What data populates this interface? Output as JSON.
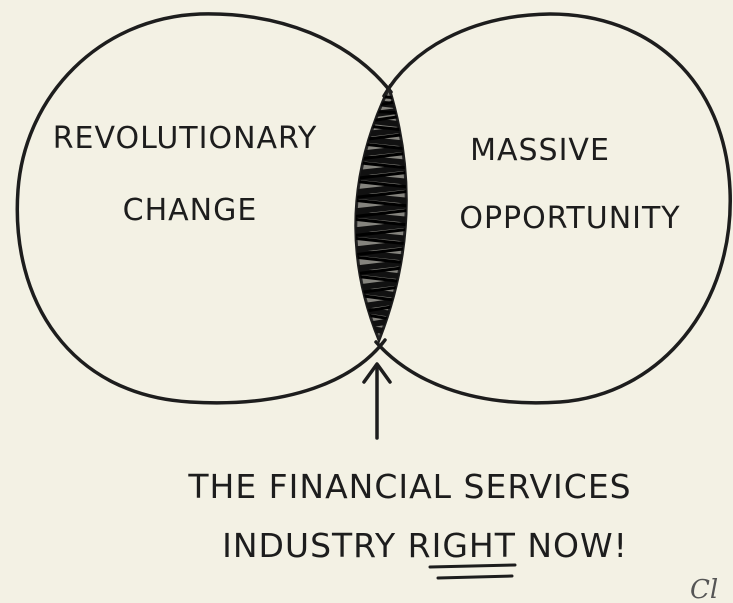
{
  "diagram": {
    "left_label_line1": "REVOLUTIONARY",
    "left_label_line2": "CHANGE",
    "right_label_line1": "MASSIVE",
    "right_label_line2": "OPPORTUNITY",
    "caption_line1": "THE FINANCIAL SERVICES",
    "caption_line2_prefix": "INDUSTRY ",
    "caption_line2_emphasis": "RIGHT",
    "caption_line2_suffix": " NOW!",
    "signature": "Cl"
  },
  "colors": {
    "background": "#f3f1e4",
    "ink": "#1d1d1d"
  }
}
